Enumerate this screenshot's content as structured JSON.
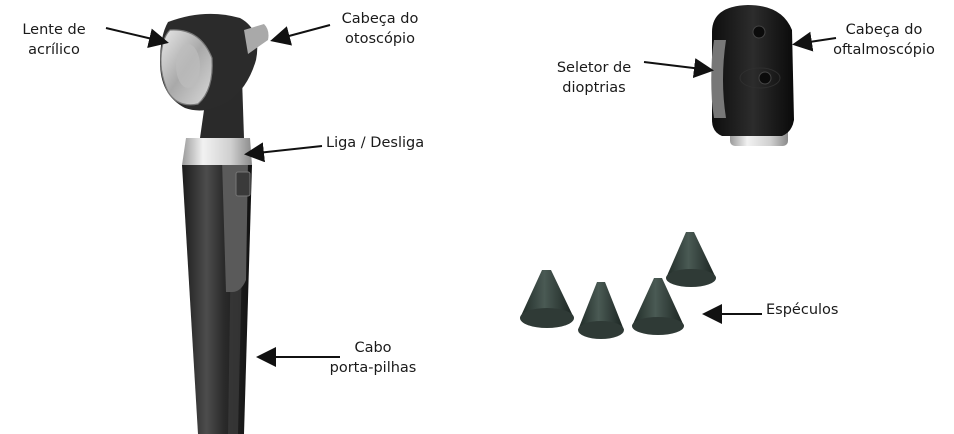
{
  "labels": {
    "lente": [
      "Lente de",
      "acrílico"
    ],
    "cabeca_otoscopio": [
      "Cabeça do",
      "otoscópio"
    ],
    "liga_desliga": [
      "Liga / Desliga"
    ],
    "cabo": [
      "Cabo",
      "porta-pilhas"
    ],
    "seletor": [
      "Seletor de",
      "dioptrias"
    ],
    "cabeca_oftalmoscopio": [
      "Cabeça do",
      "oftalmoscópio"
    ],
    "especulos": [
      "Espéculos"
    ]
  },
  "colors": {
    "body_dark": "#2b2b2b",
    "body_mid": "#4a4a4a",
    "chrome": "#d8d8d8",
    "speculum": "#2f3a36",
    "arrow": "#111111"
  }
}
